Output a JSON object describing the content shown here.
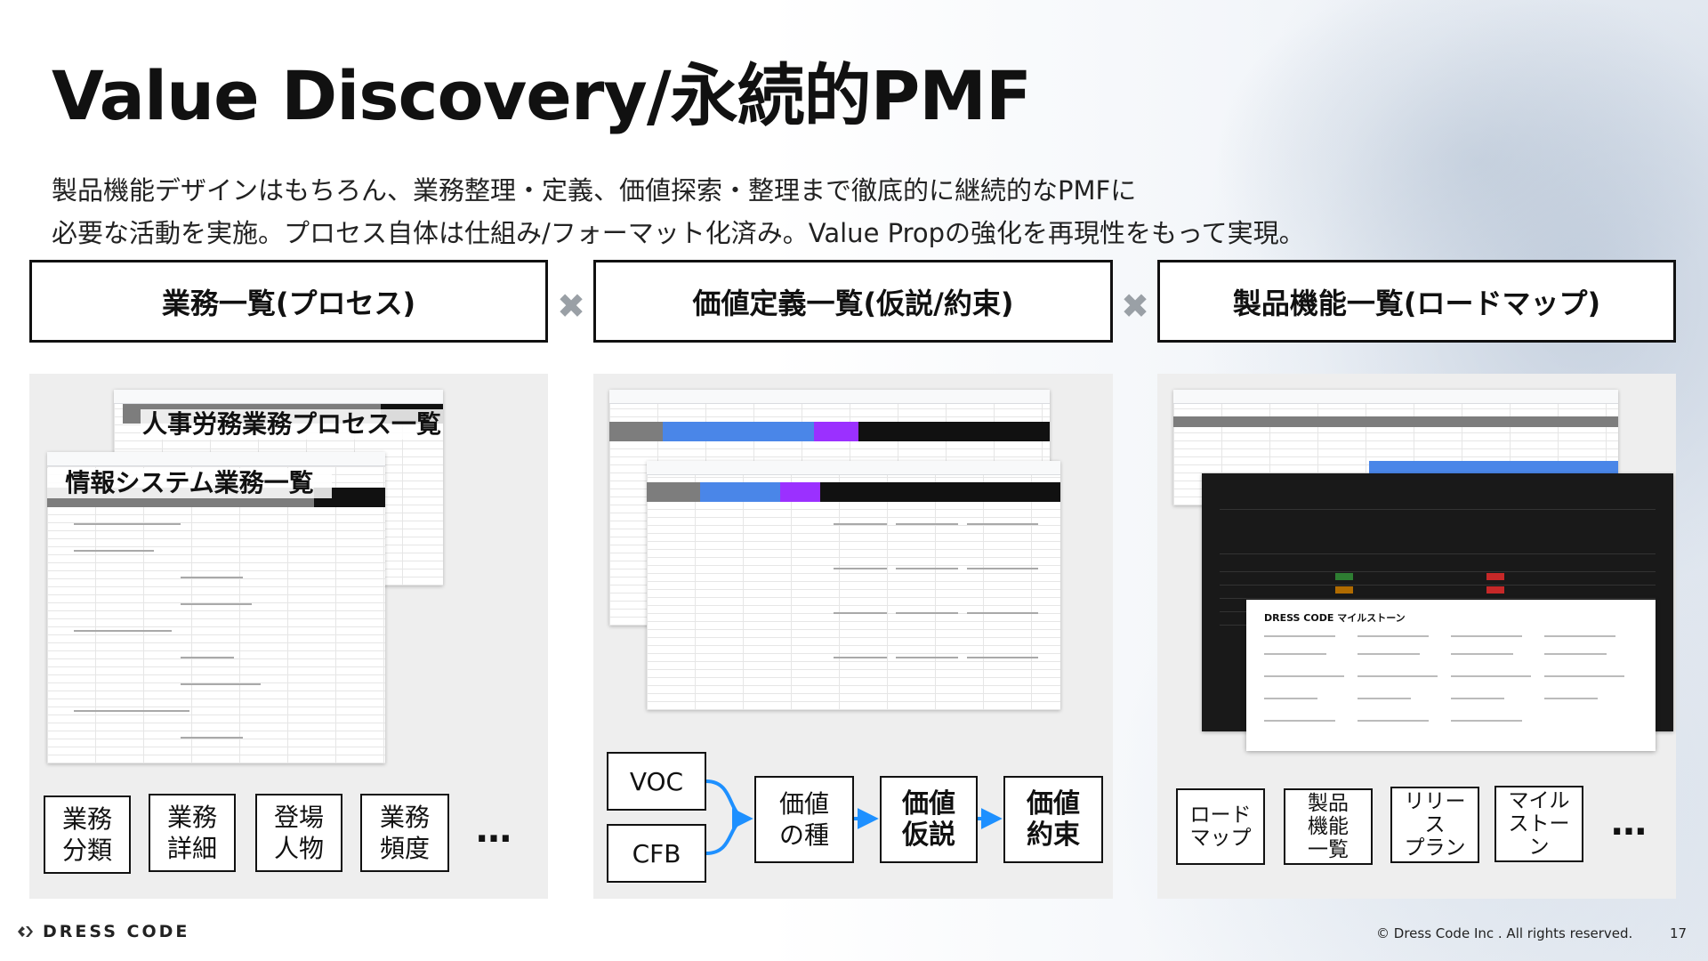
{
  "title": "Value Discovery/永続的PMF",
  "description": {
    "line1": "製品機能デザインはもちろん、業務整理・定義、価値探索・整理まで徹底的に継続的なPMFに",
    "line2": "必要な活動を実施。プロセス自体は仕組み/フォーマット化済み。Value Propの強化を再現性をもって実現。"
  },
  "columns": [
    {
      "header": "業務一覧(プロセス)"
    },
    {
      "header": "価値定義一覧(仮説/約束)"
    },
    {
      "header": "製品機能一覧(ロードマップ)"
    }
  ],
  "times_symbol": "✖",
  "panel1": {
    "sheet_back_title": "人事労務業務プロセス一覧",
    "sheet_front_title": "情報システム業務一覧",
    "items": [
      "業務\n分類",
      "業務\n詳細",
      "登場\n人物",
      "業務\n頻度"
    ],
    "ellipsis": "…"
  },
  "panel2": {
    "sources": [
      "VOC",
      "CFB"
    ],
    "flow": [
      "価値\nの種",
      "価値\n仮説",
      "価値\n約束"
    ]
  },
  "panel3": {
    "milestone_title": "DRESS CODE マイルストーン",
    "items": [
      "ロード\nマップ",
      "製品\n機能\n一覧",
      "リリー\nス\nプラン",
      "マイル\nストー\nン"
    ],
    "ellipsis": "…"
  },
  "colors": {
    "accent_blue": "#4a86e8",
    "accent_purple": "#9b30ff",
    "times_gray": "#9aa0a6"
  },
  "footer": {
    "logo_text": "DRESS CODE",
    "copyright": "© Dress Code Inc . All rights reserved.",
    "page_number": "17"
  }
}
